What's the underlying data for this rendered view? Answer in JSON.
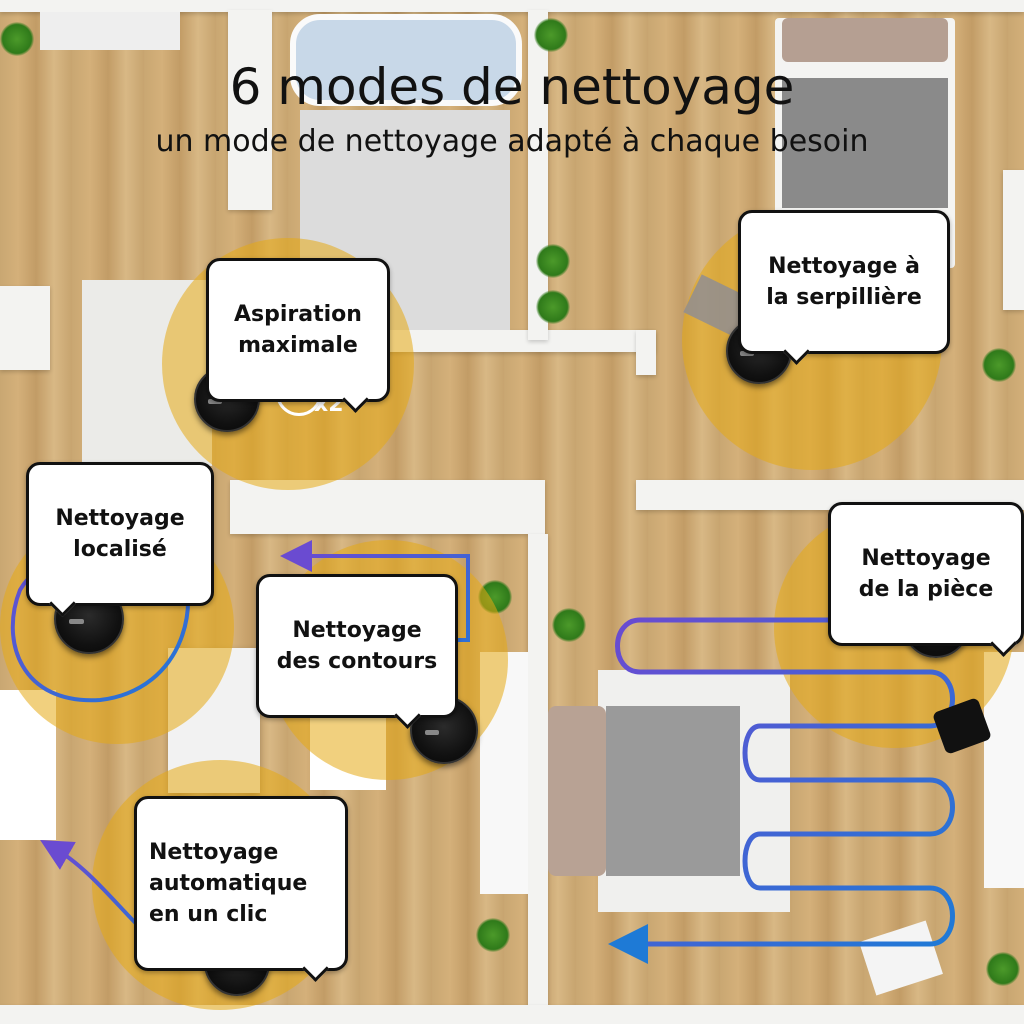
{
  "headline": {
    "title": "6 modes de nettoyage",
    "subtitle": "un mode de nettoyage adapté à chaque besoin"
  },
  "modes": [
    {
      "label": "Aspiration\nmaximale"
    },
    {
      "label": "Nettoyage à\nla serpillière"
    },
    {
      "label": "Nettoyage\nlocalisé"
    },
    {
      "label": "Nettoyage\ndes contours"
    },
    {
      "label": "Nettoyage\nde la pièce"
    },
    {
      "label": "Nettoyage\nautomatique\nen un clic"
    }
  ],
  "suction_multiplier": "x2",
  "icons": {
    "fan": "fan-icon",
    "robot": "robot-vacuum-icon"
  },
  "colors": {
    "zone": "#e6aa14",
    "path_start": "#6a4bd1",
    "path_end": "#1e7ad6",
    "bubble_border": "#111111"
  }
}
